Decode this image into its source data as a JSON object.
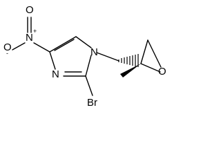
{
  "molecule": {
    "atoms": {
      "n_nitro": "N",
      "n_nitro_charge": "+",
      "o_nitro_double": "O",
      "o_nitro_single": "O",
      "o_nitro_charge": "-",
      "n1": "N",
      "n3": "N",
      "br": "Br",
      "o_epoxide": "O"
    }
  }
}
